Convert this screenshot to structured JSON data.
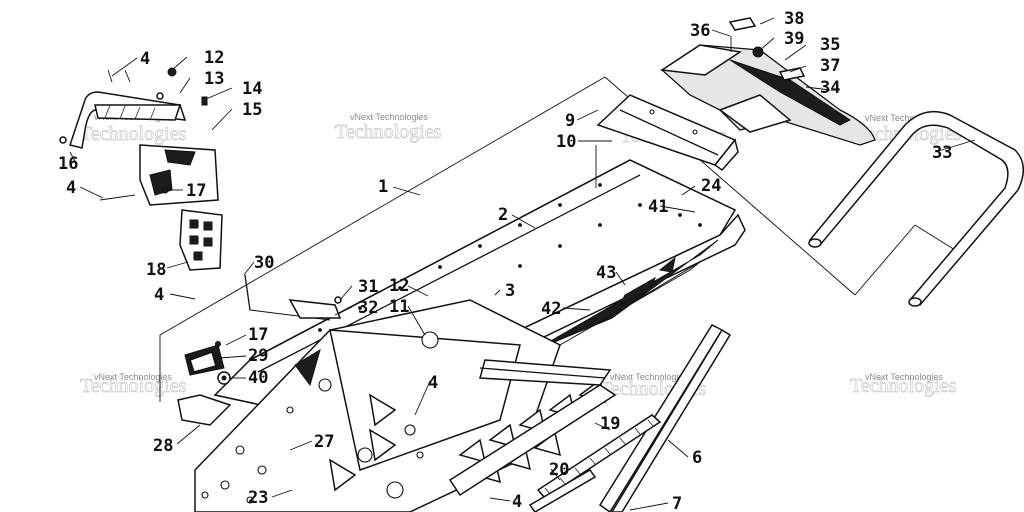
{
  "watermark": {
    "text": "vNext Technologies",
    "big_text": "Technologies"
  },
  "callouts": [
    "1",
    "2",
    "3",
    "4",
    "6",
    "7",
    "9",
    "10",
    "11",
    "12",
    "13",
    "14",
    "15",
    "16",
    "17",
    "18",
    "19",
    "20",
    "23",
    "24",
    "27",
    "28",
    "29",
    "30",
    "31",
    "32",
    "33",
    "34",
    "35",
    "36",
    "37",
    "38",
    "39",
    "40",
    "41",
    "42",
    "43"
  ]
}
